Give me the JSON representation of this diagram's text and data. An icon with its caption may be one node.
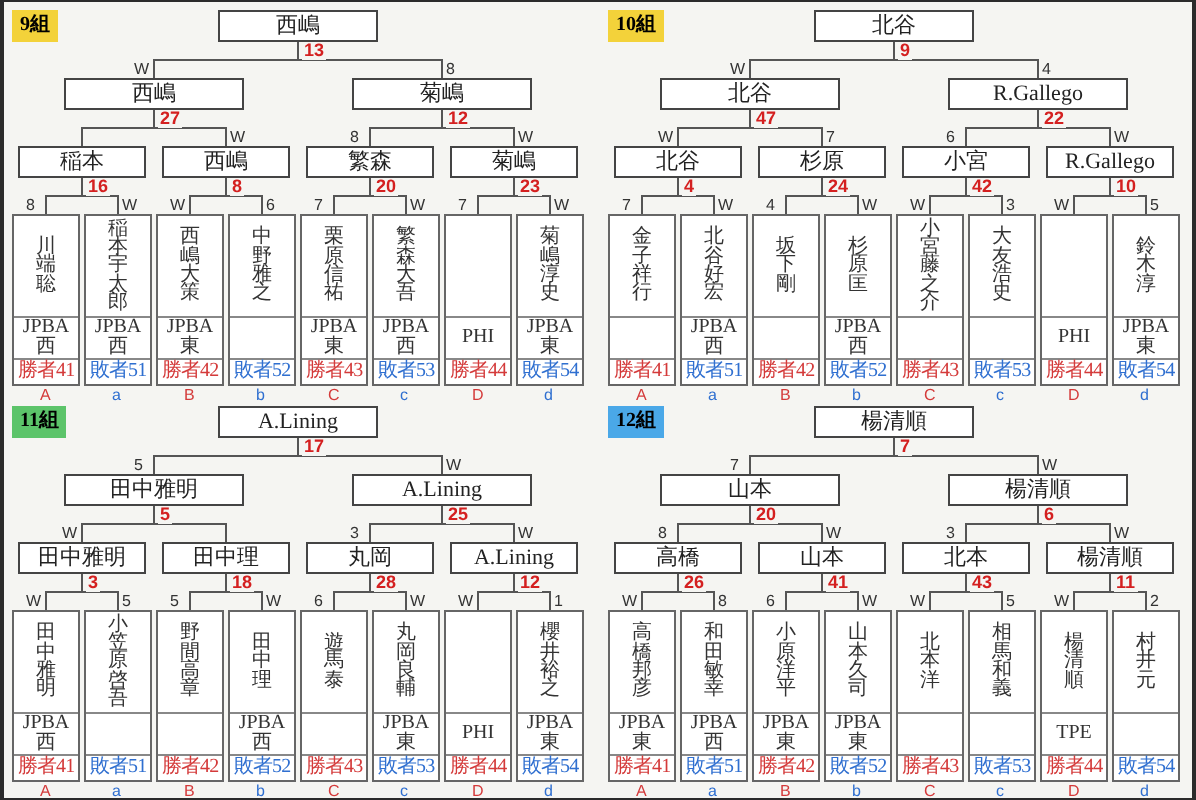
{
  "diagram": {
    "nodes": [
      {
        "text": [
          "西嶋"
        ],
        "beside": [
          "13"
        ]
      },
      {
        "text": [
          "西嶋"
        ],
        "beside": [
          "27"
        ]
      },
      {
        "text": [
          "菊嶋"
        ],
        "beside": [
          "12"
        ]
      },
      {
        "text": [
          "稲本"
        ],
        "beside": [
          "16"
        ]
      },
      {
        "text": [
          "西嶋"
        ],
        "beside": [
          "8"
        ]
      },
      {
        "text": [
          "繁森"
        ],
        "beside": [
          "20"
        ]
      },
      {
        "text": [
          "菊嶋"
        ],
        "beside": [
          "23"
        ]
      },
      {
        "text": [
          "川端聡",
          "JPBA西",
          "勝者41"
        ],
        "beside": [
          "A"
        ]
      },
      {
        "text": [
          "稲本宇太郎",
          "JPBA西",
          "敗者51"
        ],
        "beside": [
          "a"
        ]
      },
      {
        "text": [
          "西嶋大策",
          "JPBA東",
          "勝者42"
        ],
        "beside": [
          "B"
        ]
      },
      {
        "text": [
          "中野雅之",
          "敗者52"
        ],
        "beside": [
          "b"
        ]
      },
      {
        "text": [
          "栗原信祐",
          "JPBA東",
          "勝者43"
        ],
        "beside": [
          "C"
        ]
      },
      {
        "text": [
          "繁森大吾",
          "JPBA西",
          "敗者53"
        ],
        "beside": [
          "c"
        ]
      },
      {
        "text": [
          "PHI",
          "勝者44"
        ],
        "beside": [
          "D"
        ]
      },
      {
        "text": [
          "菊嶋淳史",
          "JPBA東",
          "敗者54"
        ],
        "beside": [
          "d"
        ]
      },
      {
        "text": [
          "北谷"
        ],
        "beside": [
          "9"
        ]
      },
      {
        "text": [
          "北谷"
        ],
        "beside": [
          "47"
        ]
      },
      {
        "text": [
          "R.Gallego"
        ],
        "beside": [
          "22"
        ]
      },
      {
        "text": [
          "北谷"
        ],
        "beside": [
          "4"
        ]
      },
      {
        "text": [
          "杉原"
        ],
        "beside": [
          "24"
        ]
      },
      {
        "text": [
          "小宮"
        ],
        "beside": [
          "42"
        ]
      },
      {
        "text": [
          "R.Gallego"
        ],
        "beside": [
          "10"
        ]
      },
      {
        "text": [
          "金子祥行",
          "勝者41"
        ],
        "beside": [
          "A"
        ]
      },
      {
        "text": [
          "北谷好宏",
          "JPBA西",
          "敗者51"
        ],
        "beside": [
          "a"
        ]
      },
      {
        "text": [
          "坂下剛",
          "勝者42"
        ],
        "beside": [
          "B"
        ]
      },
      {
        "text": [
          "杉原匡",
          "JPBA西",
          "敗者52"
        ],
        "beside": [
          "b"
        ]
      },
      {
        "text": [
          "小宮藤之介",
          "勝者43"
        ],
        "beside": [
          "C"
        ]
      },
      {
        "text": [
          "大友浩史",
          "敗者53"
        ],
        "beside": [
          "c"
        ]
      },
      {
        "text": [
          "PHI",
          "勝者44"
        ],
        "beside": [
          "D"
        ]
      },
      {
        "text": [
          "鈴木淳",
          "JPBA東",
          "敗者54"
        ],
        "beside": [
          "d"
        ]
      },
      {
        "text": [
          "A.Lining"
        ],
        "beside": [
          "17"
        ]
      },
      {
        "text": [
          "田中雅明"
        ],
        "beside": [
          "5"
        ]
      },
      {
        "text": [
          "A.Lining"
        ],
        "beside": [
          "25"
        ]
      },
      {
        "text": [
          "田中雅明"
        ],
        "beside": [
          "3"
        ]
      },
      {
        "text": [
          "田中理"
        ],
        "beside": [
          "18"
        ]
      },
      {
        "text": [
          "丸岡"
        ],
        "beside": [
          "28"
        ]
      },
      {
        "text": [
          "A.Lining"
        ],
        "beside": [
          "12"
        ]
      },
      {
        "text": [
          "田中雅明",
          "JPBA西",
          "勝者41"
        ],
        "beside": [
          "A"
        ]
      },
      {
        "text": [
          "小笠原啓吾",
          "敗者51"
        ],
        "beside": [
          "a"
        ]
      },
      {
        "text": [
          "野間高章",
          "勝者42"
        ],
        "beside": [
          "B"
        ]
      },
      {
        "text": [
          "田中理",
          "JPBA西",
          "敗者52"
        ],
        "beside": [
          "b"
        ]
      },
      {
        "text": [
          "遊馬泰",
          "勝者43"
        ],
        "beside": [
          "C"
        ]
      },
      {
        "text": [
          "丸岡良輔",
          "JPBA東",
          "敗者53"
        ],
        "beside": [
          "c"
        ]
      },
      {
        "text": [
          "PHI",
          "勝者44"
        ],
        "beside": [
          "D"
        ]
      },
      {
        "text": [
          "櫻井裕之",
          "JPBA東",
          "敗者54"
        ],
        "beside": [
          "d"
        ]
      },
      {
        "text": [
          "楊清順"
        ],
        "beside": [
          "7"
        ]
      },
      {
        "text": [
          "山本"
        ],
        "beside": [
          "20"
        ]
      },
      {
        "text": [
          "楊清順"
        ],
        "beside": [
          "6"
        ]
      },
      {
        "text": [
          "高橋"
        ],
        "beside": [
          "26"
        ]
      },
      {
        "text": [
          "山本"
        ],
        "beside": [
          "41"
        ]
      },
      {
        "text": [
          "北本"
        ],
        "beside": [
          "43"
        ]
      },
      {
        "text": [
          "楊清順"
        ],
        "beside": [
          "11"
        ]
      },
      {
        "text": [
          "高橋邦彦",
          "JPBA東",
          "勝者41"
        ],
        "beside": [
          "A"
        ]
      },
      {
        "text": [
          "和田敏幸",
          "JPBA西",
          "敗者51"
        ],
        "beside": [
          "a"
        ]
      },
      {
        "text": [
          "小原洋平",
          "JPBA東",
          "勝者42"
        ],
        "beside": [
          "B"
        ]
      },
      {
        "text": [
          "山本久司",
          "JPBA東",
          "敗者52"
        ],
        "beside": [
          "b"
        ]
      },
      {
        "text": [
          "北本洋",
          "勝者43"
        ],
        "beside": [
          "C"
        ]
      },
      {
        "text": [
          "相馬和義",
          "敗者53"
        ],
        "beside": [
          "c"
        ]
      },
      {
        "text": [
          "楊清順",
          "TPE",
          "勝者44"
        ],
        "beside": [
          "D"
        ]
      },
      {
        "text": [
          "村井元",
          "敗者54"
        ],
        "beside": [
          "d"
        ]
      }
    ],
    "edges": [
      {
        "from": 1,
        "to": 0,
        "arrow": "none",
        "label": "W"
      },
      {
        "from": 2,
        "to": 0,
        "arrow": "none",
        "label": "8"
      },
      {
        "from": 3,
        "to": 1,
        "arrow": "none"
      },
      {
        "from": 4,
        "to": 1,
        "arrow": "none",
        "label": "W"
      },
      {
        "from": 5,
        "to": 2,
        "arrow": "none",
        "label": "8"
      },
      {
        "from": 6,
        "to": 2,
        "arrow": "none",
        "label": "W"
      },
      {
        "from": 7,
        "to": 3,
        "arrow": "none",
        "label": "8"
      },
      {
        "from": 8,
        "to": 3,
        "arrow": "none",
        "label": "W"
      },
      {
        "from": 9,
        "to": 4,
        "arrow": "none",
        "label": "W"
      },
      {
        "from": 10,
        "to": 4,
        "arrow": "none",
        "label": "6"
      },
      {
        "from": 11,
        "to": 5,
        "arrow": "none",
        "label": "7"
      },
      {
        "from": 12,
        "to": 5,
        "arrow": "none",
        "label": "W"
      },
      {
        "from": 13,
        "to": 6,
        "arrow": "none",
        "label": "7"
      },
      {
        "from": 14,
        "to": 6,
        "arrow": "none",
        "label": "W"
      },
      {
        "from": 16,
        "to": 15,
        "arrow": "none",
        "label": "W"
      },
      {
        "from": 17,
        "to": 15,
        "arrow": "none",
        "label": "4"
      },
      {
        "from": 18,
        "to": 16,
        "arrow": "none",
        "label": "W"
      },
      {
        "from": 19,
        "to": 16,
        "arrow": "none",
        "label": "7"
      },
      {
        "from": 20,
        "to": 17,
        "arrow": "none",
        "label": "6"
      },
      {
        "from": 21,
        "to": 17,
        "arrow": "none",
        "label": "W"
      },
      {
        "from": 22,
        "to": 18,
        "arrow": "none",
        "label": "7"
      },
      {
        "from": 23,
        "to": 18,
        "arrow": "none",
        "label": "W"
      },
      {
        "from": 24,
        "to": 19,
        "arrow": "none",
        "label": "4"
      },
      {
        "from": 25,
        "to": 19,
        "arrow": "none",
        "label": "W"
      },
      {
        "from": 26,
        "to": 20,
        "arrow": "none",
        "label": "W"
      },
      {
        "from": 27,
        "to": 20,
        "arrow": "none",
        "label": "3"
      },
      {
        "from": 28,
        "to": 21,
        "arrow": "none",
        "label": "W"
      },
      {
        "from": 29,
        "to": 21,
        "arrow": "none",
        "label": "5"
      },
      {
        "from": 31,
        "to": 30,
        "arrow": "none",
        "label": "5"
      },
      {
        "from": 32,
        "to": 30,
        "arrow": "none",
        "label": "W"
      },
      {
        "from": 33,
        "to": 31,
        "arrow": "none",
        "label": "W"
      },
      {
        "from": 34,
        "to": 31,
        "arrow": "none"
      },
      {
        "from": 35,
        "to": 32,
        "arrow": "none",
        "label": "3"
      },
      {
        "from": 36,
        "to": 32,
        "arrow": "none",
        "label": "W"
      },
      {
        "from": 37,
        "to": 33,
        "arrow": "none",
        "label": "W"
      },
      {
        "from": 38,
        "to": 33,
        "arrow": "none",
        "label": "5"
      },
      {
        "from": 39,
        "to": 34,
        "arrow": "none",
        "label": "5"
      },
      {
        "from": 40,
        "to": 34,
        "arrow": "none",
        "label": "W"
      },
      {
        "from": 41,
        "to": 35,
        "arrow": "none",
        "label": "6"
      },
      {
        "from": 42,
        "to": 35,
        "arrow": "none",
        "label": "W"
      },
      {
        "from": 43,
        "to": 36,
        "arrow": "none",
        "label": "W"
      },
      {
        "from": 44,
        "to": 36,
        "arrow": "none",
        "label": "1"
      },
      {
        "from": 46,
        "to": 45,
        "arrow": "none",
        "label": "7"
      },
      {
        "from": 47,
        "to": 45,
        "arrow": "none",
        "label": "W"
      },
      {
        "from": 48,
        "to": 46,
        "arrow": "none",
        "label": "8"
      },
      {
        "from": 49,
        "to": 46,
        "arrow": "none",
        "label": "W"
      },
      {
        "from": 50,
        "to": 47,
        "arrow": "none",
        "label": "3"
      },
      {
        "from": 51,
        "to": 47,
        "arrow": "none",
        "label": "W"
      },
      {
        "from": 52,
        "to": 48,
        "arrow": "none",
        "label": "W"
      },
      {
        "from": 53,
        "to": 48,
        "arrow": "none",
        "label": "8"
      },
      {
        "from": 54,
        "to": 49,
        "arrow": "none",
        "label": "6"
      },
      {
        "from": 55,
        "to": 49,
        "arrow": "none",
        "label": "W"
      },
      {
        "from": 56,
        "to": 50,
        "arrow": "none",
        "label": "W"
      },
      {
        "from": 57,
        "to": 50,
        "arrow": "none",
        "label": "5"
      },
      {
        "from": 58,
        "to": 51,
        "arrow": "none",
        "label": "W"
      },
      {
        "from": 59,
        "to": 51,
        "arrow": "none",
        "label": "2"
      }
    ],
    "labels": [
      "9組",
      "10組",
      "11組",
      "12組"
    ]
  }
}
